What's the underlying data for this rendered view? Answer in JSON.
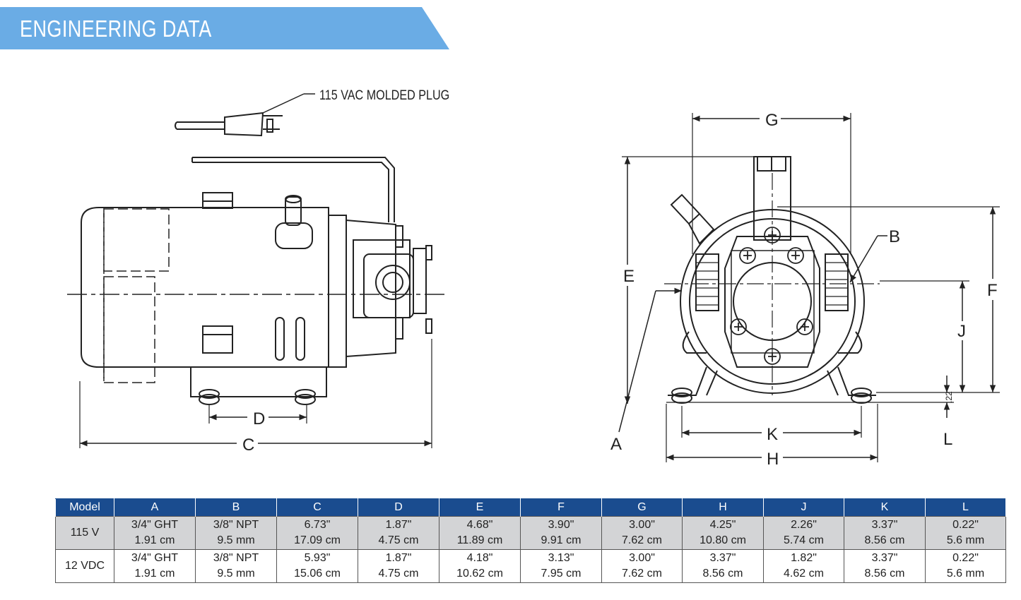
{
  "header": {
    "title": "ENGINEERING DATA"
  },
  "diagram": {
    "plug_label": "115 VAC MOLDED PLUG",
    "dims": {
      "a": "A",
      "b": "B",
      "c": "C",
      "d": "D",
      "e": "E",
      "f": "F",
      "g": "G",
      "h": "H",
      "j": "J",
      "k": "K",
      "l": "L",
      "small": ".22"
    }
  },
  "table": {
    "headers": [
      "Model",
      "A",
      "B",
      "C",
      "D",
      "E",
      "F",
      "G",
      "H",
      "J",
      "K",
      "L"
    ],
    "rows": [
      {
        "model": "115 V",
        "cells": [
          [
            "3/4\" GHT",
            "1.91 cm"
          ],
          [
            "3/8\" NPT",
            "9.5 mm"
          ],
          [
            "6.73\"",
            "17.09 cm"
          ],
          [
            "1.87\"",
            "4.75 cm"
          ],
          [
            "4.68\"",
            "11.89 cm"
          ],
          [
            "3.90\"",
            "9.91 cm"
          ],
          [
            "3.00\"",
            "7.62 cm"
          ],
          [
            "4.25\"",
            "10.80 cm"
          ],
          [
            "2.26\"",
            "5.74 cm"
          ],
          [
            "3.37\"",
            "8.56 cm"
          ],
          [
            "0.22\"",
            "5.6 mm"
          ]
        ]
      },
      {
        "model": "12 VDC",
        "cells": [
          [
            "3/4\" GHT",
            "1.91 cm"
          ],
          [
            "3/8\" NPT",
            "9.5 mm"
          ],
          [
            "5.93\"",
            "15.06 cm"
          ],
          [
            "1.87\"",
            "4.75 cm"
          ],
          [
            "4.18\"",
            "10.62 cm"
          ],
          [
            "3.13\"",
            "7.95 cm"
          ],
          [
            "3.00\"",
            "7.62 cm"
          ],
          [
            "3.37\"",
            "8.56 cm"
          ],
          [
            "1.82\"",
            "4.62 cm"
          ],
          [
            "3.37\"",
            "8.56 cm"
          ],
          [
            "0.22\"",
            "5.6 mm"
          ]
        ]
      }
    ]
  }
}
